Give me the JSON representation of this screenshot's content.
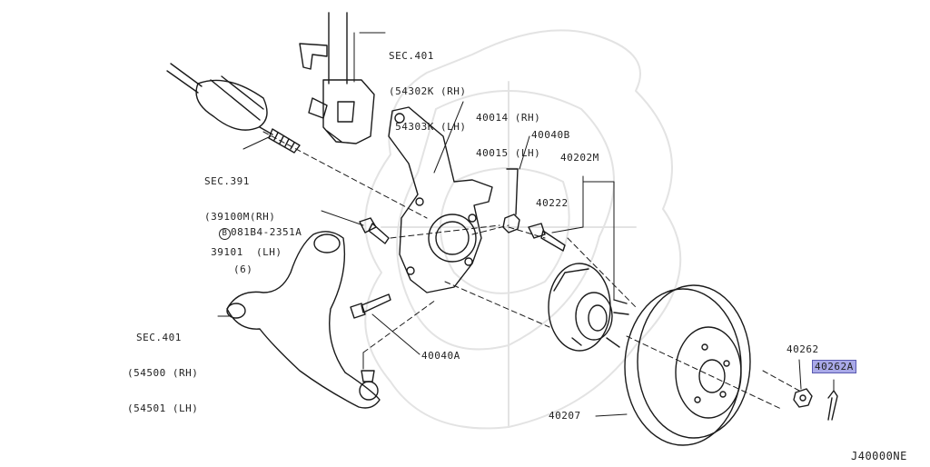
{
  "diagram_code": "J40000NE",
  "highlight_color": "#a9a9e8",
  "labels": {
    "sec401_top": {
      "line1": "SEC.401",
      "line2": "(54302K (RH)",
      "line3": " 54303K (LH)"
    },
    "knuckle": {
      "line1": "40014 (RH)",
      "line2": "40015 (LH)"
    },
    "sec391": {
      "line1": "SEC.391",
      "line2": "(39100M(RH)",
      "line3": " 39101  (LH)"
    },
    "nut_40040b": "40040B",
    "hub": "40202M",
    "hub_bolt": "40222",
    "bolt_081b4": {
      "marker": "B",
      "code": "081B4-2351A",
      "qty": "(6)"
    },
    "sec401_arm": {
      "line1": "SEC.401",
      "line2": "(54500 (RH)",
      "line3": "(54501 (LH)"
    },
    "bolt_40040a": "40040A",
    "rotor": "40207",
    "nut_40262": "40262",
    "pin_40262a": "40262A"
  }
}
